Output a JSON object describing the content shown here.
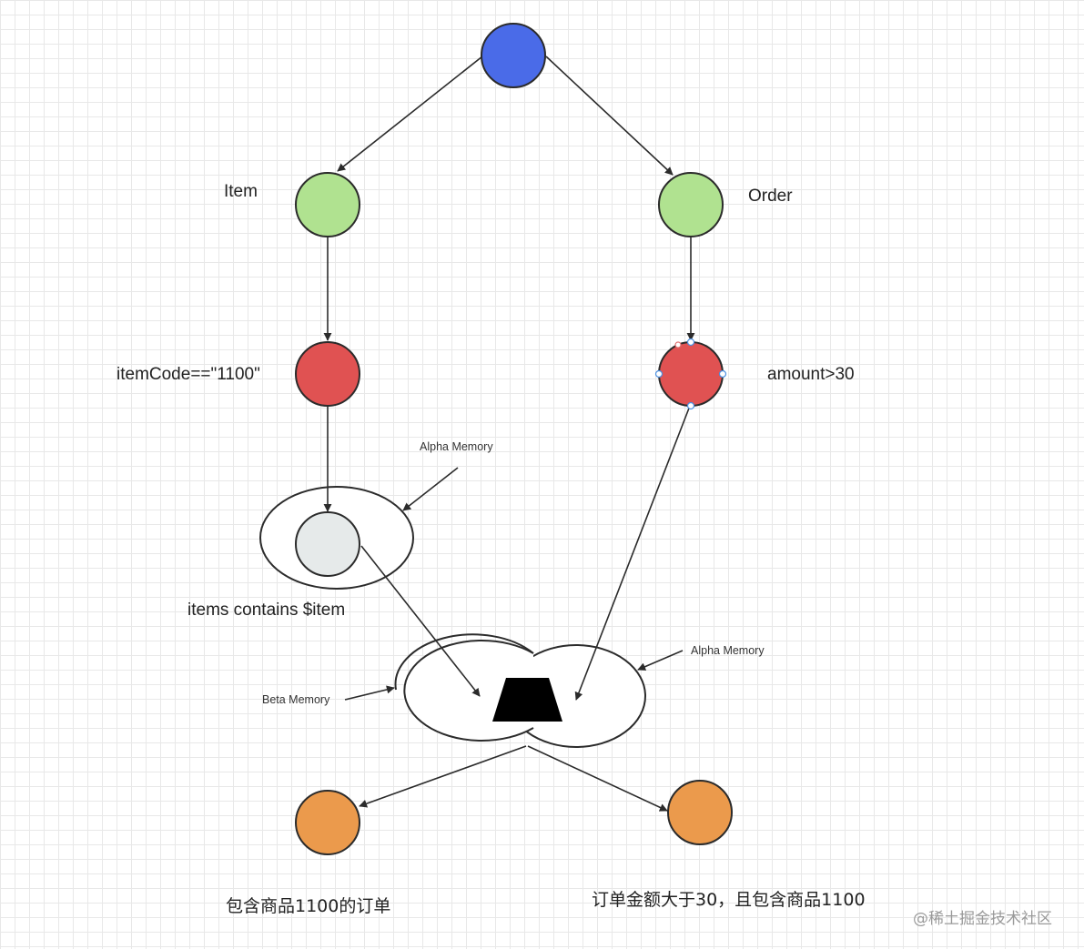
{
  "colors": {
    "root": "#4a6be8",
    "type_node": "#b0e290",
    "condition_node": "#e05252",
    "memory_node": "#e6eaea",
    "result_node": "#eb9a4c",
    "join_node": "#000000",
    "stroke": "#2b2b2b"
  },
  "labels": {
    "item": "Item",
    "order": "Order",
    "item_condition": "itemCode==\"1100\"",
    "order_condition": "amount>30",
    "alpha_memory_left": "Alpha Memory",
    "alpha_memory_right": "Alpha Memory",
    "beta_memory": "Beta Memory",
    "items_contains": "items contains $item",
    "result_left": "包含商品1100的订单",
    "result_right": "订单金额大于30，且包含商品1100",
    "watermark": "@稀土掘金技术社区"
  }
}
